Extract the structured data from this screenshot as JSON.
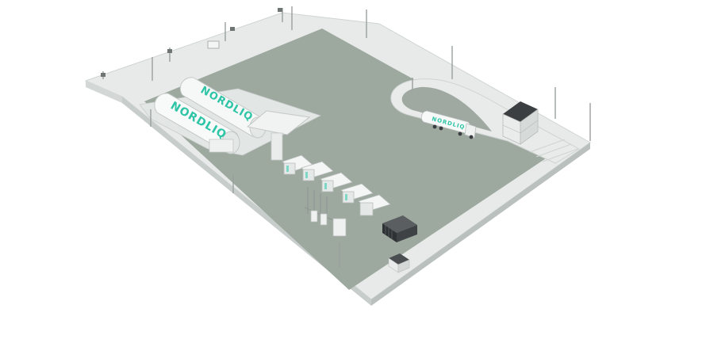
{
  "brand": {
    "tank_upper_text": "NORDLIQ",
    "tank_lower_text": "NORDLIQ",
    "truck_text": "NORDLIQ",
    "accent_color": "#2ec4a6"
  },
  "colors": {
    "ground": "#9da89f",
    "pavement": "#e6e9e8",
    "pavement_edge": "#c9cecc",
    "structure": "#f1f3f2",
    "dark_unit": "#3a3d3f"
  }
}
